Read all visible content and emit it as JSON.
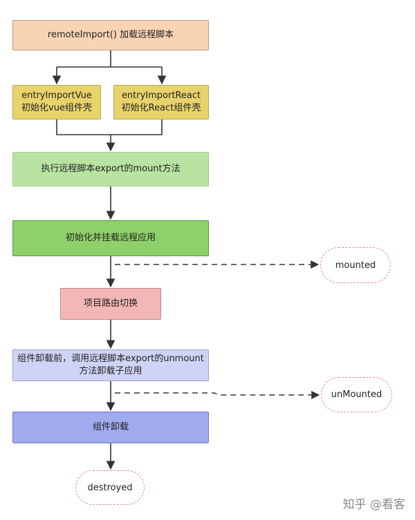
{
  "nodes": {
    "remote_import": "remoteImport() 加载远程脚本",
    "entry_vue": {
      "line1": "entryImportVue",
      "line2": "初始化vue组件壳"
    },
    "entry_react": {
      "line1": "entryImportReact",
      "line2": "初始化React组件壳"
    },
    "mount_export": "执行远程脚本export的mount方法",
    "init_mount": "初始化并挂载远程应用",
    "route_switch": "项目路由切换",
    "before_unmount": {
      "line1": "组件卸载前，调用远程脚本export的unmount",
      "line2": "方法卸载子应用"
    },
    "component_unmount": "组件卸载"
  },
  "events": {
    "mounted": "mounted",
    "unmounted": "unMounted",
    "destroyed": "destroyed"
  },
  "watermark": "知乎 @看客",
  "colors": {
    "remote_import": "#f8d3b4",
    "entry": "#e8d36b",
    "mount_export": "#b8e3a0",
    "init_mount": "#8ed16a",
    "route_switch": "#f4b7b7",
    "before_unmount": "#cfd4f6",
    "component_unmount": "#a2aaef",
    "event_border": "#e68a8a",
    "connector": "#333333"
  }
}
